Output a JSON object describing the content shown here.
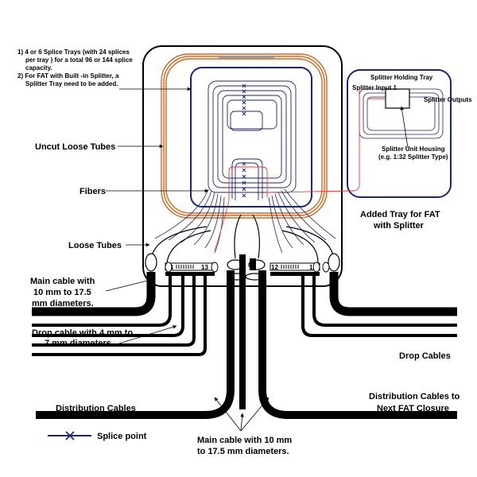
{
  "notes": [
    "1) 4 or 6 Splice Trays  (with 24 splices",
    "per tray ) for a total 96 or 144 splice",
    "capacity.",
    "2) For FAT with Built -in Splitter, a",
    "Splitter Tray need to be added."
  ],
  "labels": {
    "uncut_loose_tubes": "Uncut Loose Tubes",
    "fibers": "Fibers",
    "loose_tubes": "Loose Tubes",
    "main_cable_left_1": "Main cable with",
    "main_cable_left_2": "10 mm to 17.5",
    "main_cable_left_3": "mm  diameters.",
    "drop_cable_left_1": "Drop cable with 4 mm to",
    "drop_cable_left_2": "7 mm  diameters.",
    "drop_cables_right": "Drop  Cables",
    "distribution_cables": "Distribution Cables",
    "distribution_next_1": "Distribution Cables to",
    "distribution_next_2": "Next FAT Closure",
    "splice_point": "Splice point",
    "main_cable_bottom_1": "Main cable with 10 mm",
    "main_cable_bottom_2": "to 17.5 mm diameters.",
    "added_tray_1": "Added Tray for FAT",
    "added_tray_2": "with Splitter"
  },
  "splitter_tray": {
    "title": "Splitter Holding Tray",
    "input": "Splitter Input 1",
    "outputs": "Splitter Outputs",
    "housing_1": "Splitter Unit Housing",
    "housing_2": "(e.g. 1:32 Splitter Type)"
  },
  "ports": {
    "left_start": "24",
    "left_end": "13",
    "right_start": "12",
    "right_end": "1"
  },
  "colors": {
    "loose_tube": "#d2691e",
    "fiber": "#1a237e",
    "fiber_red": "#e53935",
    "splice": "#1a237e",
    "cable": "#000000"
  }
}
